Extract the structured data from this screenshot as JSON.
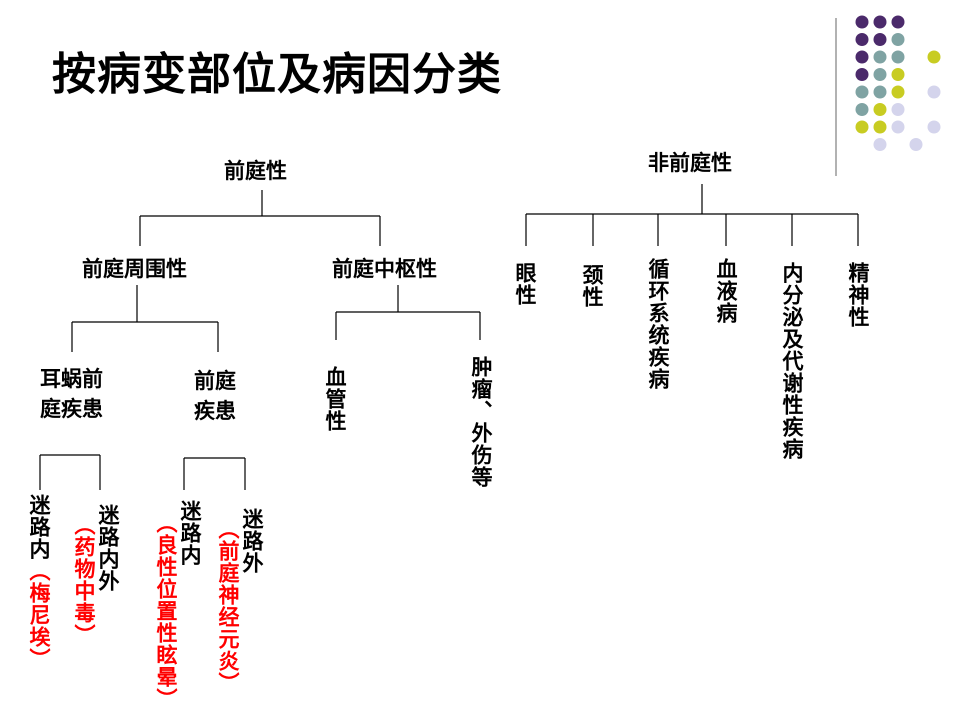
{
  "title": "按病变部位及病因分类",
  "colors": {
    "purple": "#4b2a6b",
    "teal": "#7fa3a3",
    "lime": "#c8cc22",
    "lavender": "#d4d4ec",
    "highlight": "#ff0000",
    "line": "#000000"
  },
  "nodes": {
    "vestibular": "前庭性",
    "non_vestibular": "非前庭性",
    "peripheral": "前庭周围性",
    "central": "前庭中枢性",
    "cochlear_line1": "耳蜗前",
    "cochlear_line2": "庭疾患",
    "vest_line1": "前庭",
    "vest_line2": "疾患",
    "vascular": "血管性",
    "tumor": "肿瘤、外伤等",
    "ocular": "眼性",
    "cervical": "颈性",
    "circulatory": "循环系统疾病",
    "blood": "血液病",
    "endocrine": "内分泌及代谢性疾病",
    "psychiatric": "精神性",
    "leaf1_main": "迷路内",
    "leaf1_sub": "（梅尼埃）",
    "leaf2_main": "迷路内外",
    "leaf2_sub": "（药物中毒）",
    "leaf3_main": "迷路内",
    "leaf3_sub": "（良性位置性眩晕）",
    "leaf4_main": "迷路外",
    "leaf4_sub": "（前庭神经元炎）"
  }
}
